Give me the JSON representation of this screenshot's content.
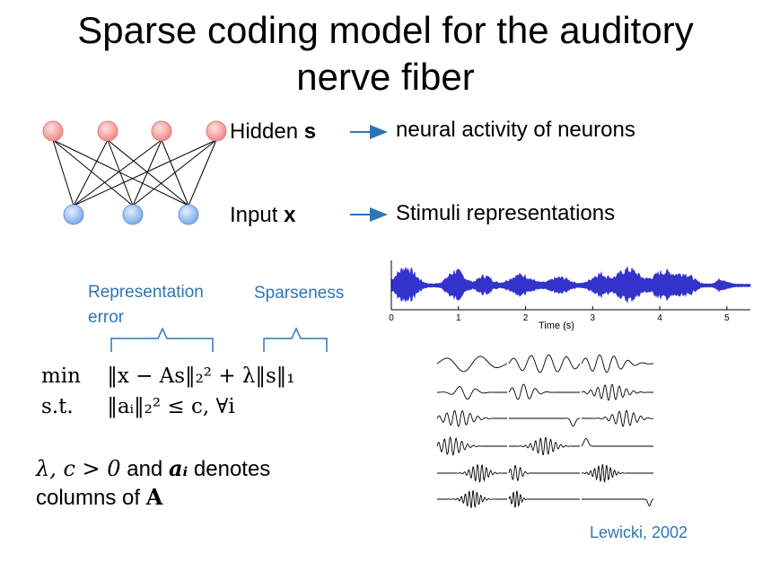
{
  "slide": {
    "title_line1": "Sparse coding model for the auditory",
    "title_line2": "nerve fiber"
  },
  "network": {
    "hidden_label": "Hidden",
    "hidden_symbol": "s",
    "hidden_desc": "neural activity of neurons",
    "input_label": "Input",
    "input_symbol": "x",
    "input_desc": "Stimuli representations",
    "colors": {
      "hidden_node": "#f4a6a6",
      "input_node": "#9ec3ee",
      "arrow": "#2e75b6"
    }
  },
  "annotations": {
    "representation_error_line1": "Representation",
    "representation_error_line2": "error",
    "sparseness": "Sparseness",
    "color": "#2e75b6"
  },
  "formula": {
    "min_label": "min",
    "objective": "‖x − As‖₂² + λ‖s‖₁",
    "st_label": "s.t.",
    "constraint": "‖aᵢ‖₂² ≤ c, ∀i"
  },
  "note": {
    "line1_math": "λ, c > 0",
    "line1_text": " and ",
    "line1_math2": "aᵢ",
    "line1_text2": " denotes",
    "line2_text": "columns of ",
    "line2_math": "A"
  },
  "waveform_plot": {
    "x_ticks": [
      "0",
      "1",
      "2",
      "3",
      "4",
      "5"
    ],
    "xlabel": "Time (s)",
    "color": "#3333cc"
  },
  "citation": "Lewicki, 2002"
}
